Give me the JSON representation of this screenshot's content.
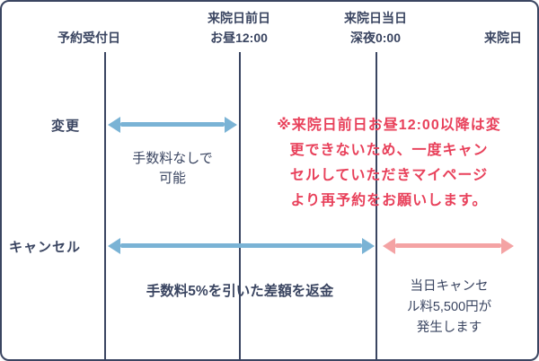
{
  "colors": {
    "navy": "#3a4561",
    "blue": "#7ab3d5",
    "pink": "#f4a3a4",
    "red": "#e8405a",
    "bg": "#ffffff"
  },
  "headers": [
    {
      "lines": [
        "予約受付日"
      ]
    },
    {
      "lines": [
        "来院日前日",
        "お昼12:00"
      ]
    },
    {
      "lines": [
        "来院日当日",
        "深夜0:00"
      ]
    },
    {
      "lines": [
        "来院日"
      ]
    }
  ],
  "row_change": {
    "label": "変更",
    "arrow_caption_lines": [
      "手数料なしで",
      "可能"
    ],
    "note_lines": [
      "※来院日前日お昼12:00以降は変",
      "更できないため、一度キャン",
      "セルしていただきマイページ",
      "より再予約をお願いします。"
    ]
  },
  "row_cancel": {
    "label": "キャンセル",
    "blue_caption": "手数料5%を引いた差額を返金",
    "pink_caption_lines": [
      "当日キャンセ",
      "ル料5,500円が",
      "発生します"
    ]
  }
}
